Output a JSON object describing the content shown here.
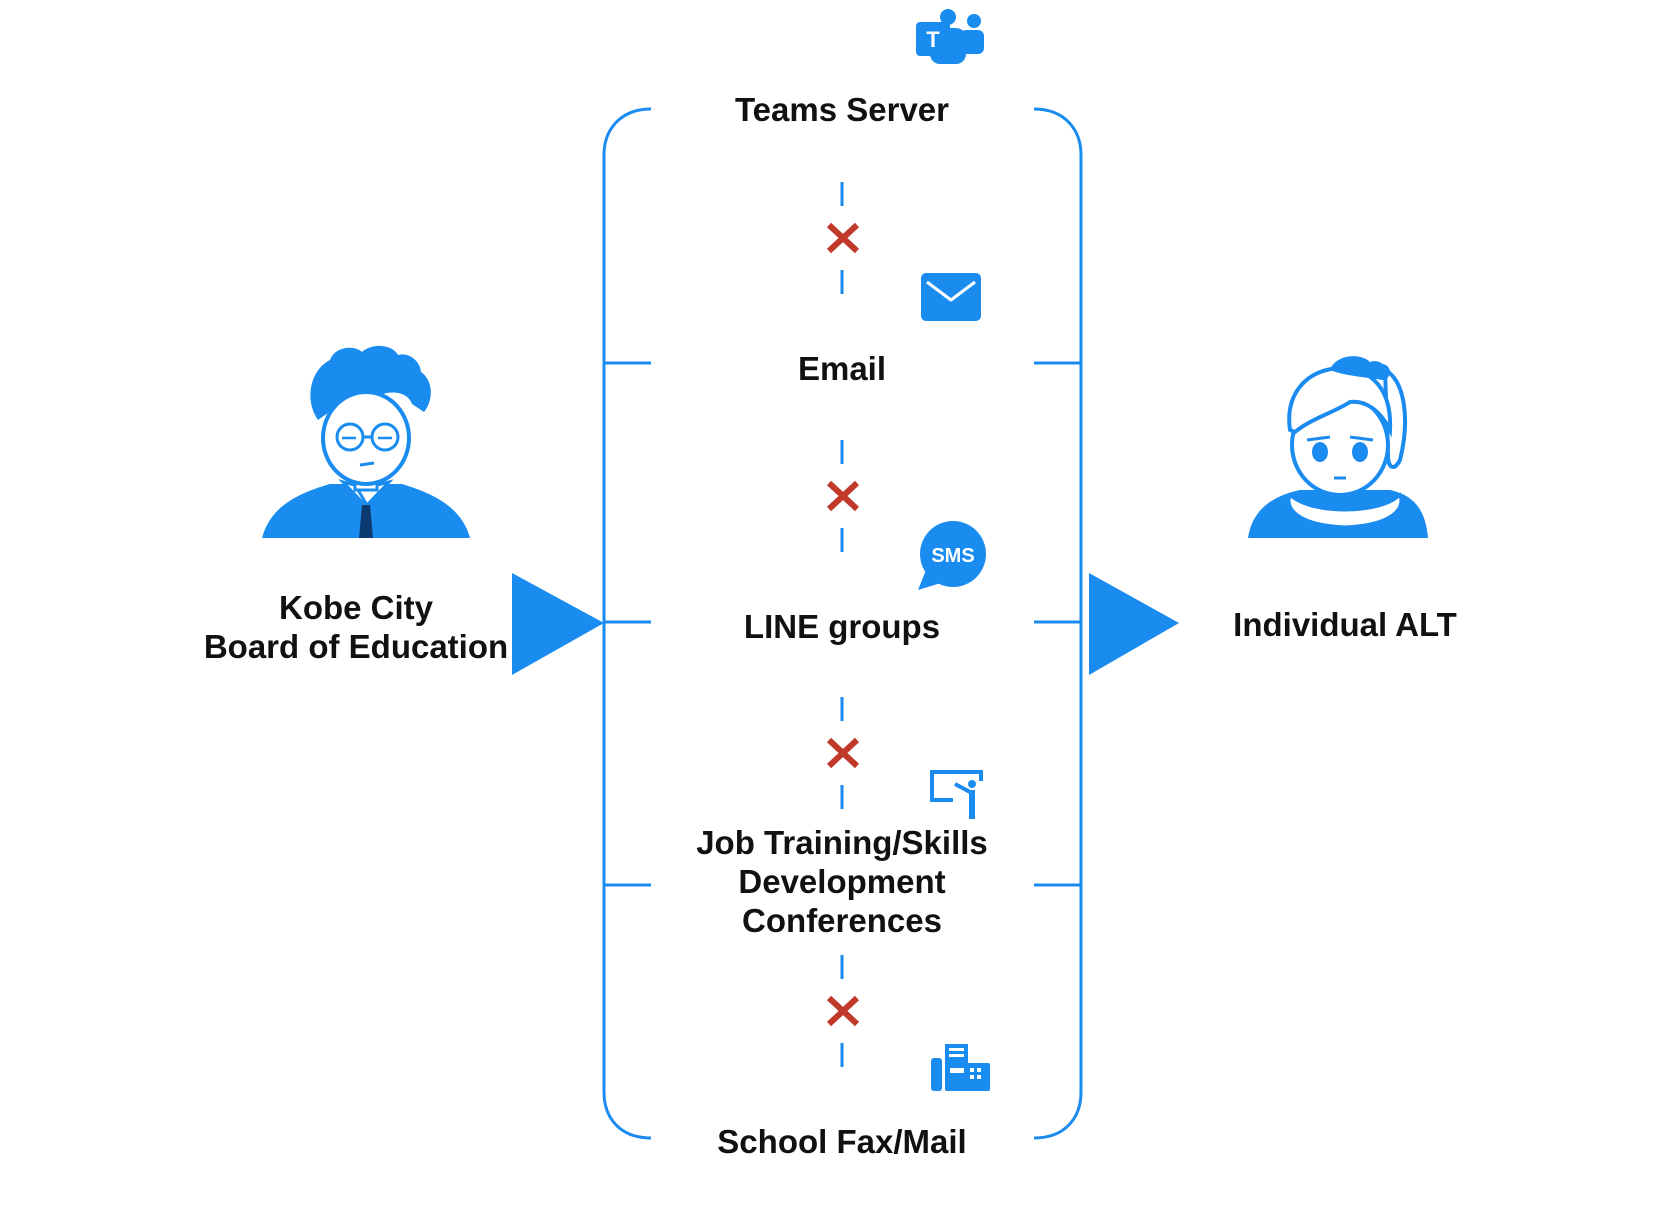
{
  "colors": {
    "accent": "#1a8cf0",
    "blocked": "#c0392b",
    "text": "#111111"
  },
  "sender": {
    "line1": "Kobe City",
    "line2": "Board of Education",
    "icon": "man-with-glasses-avatar"
  },
  "receiver": {
    "label": "Individual ALT",
    "icon": "woman-with-ponytail-avatar"
  },
  "channels": [
    {
      "label": "Teams Server",
      "icon": "teams-icon"
    },
    {
      "label": "Email",
      "icon": "envelope-icon"
    },
    {
      "label": "LINE groups",
      "icon": "sms-bubble-icon"
    },
    {
      "line1": "Job Training/Skills",
      "line2": "Development",
      "line3": "Conferences",
      "icon": "presentation-board-icon"
    },
    {
      "label": "School Fax/Mail",
      "icon": "fax-machine-icon"
    }
  ]
}
